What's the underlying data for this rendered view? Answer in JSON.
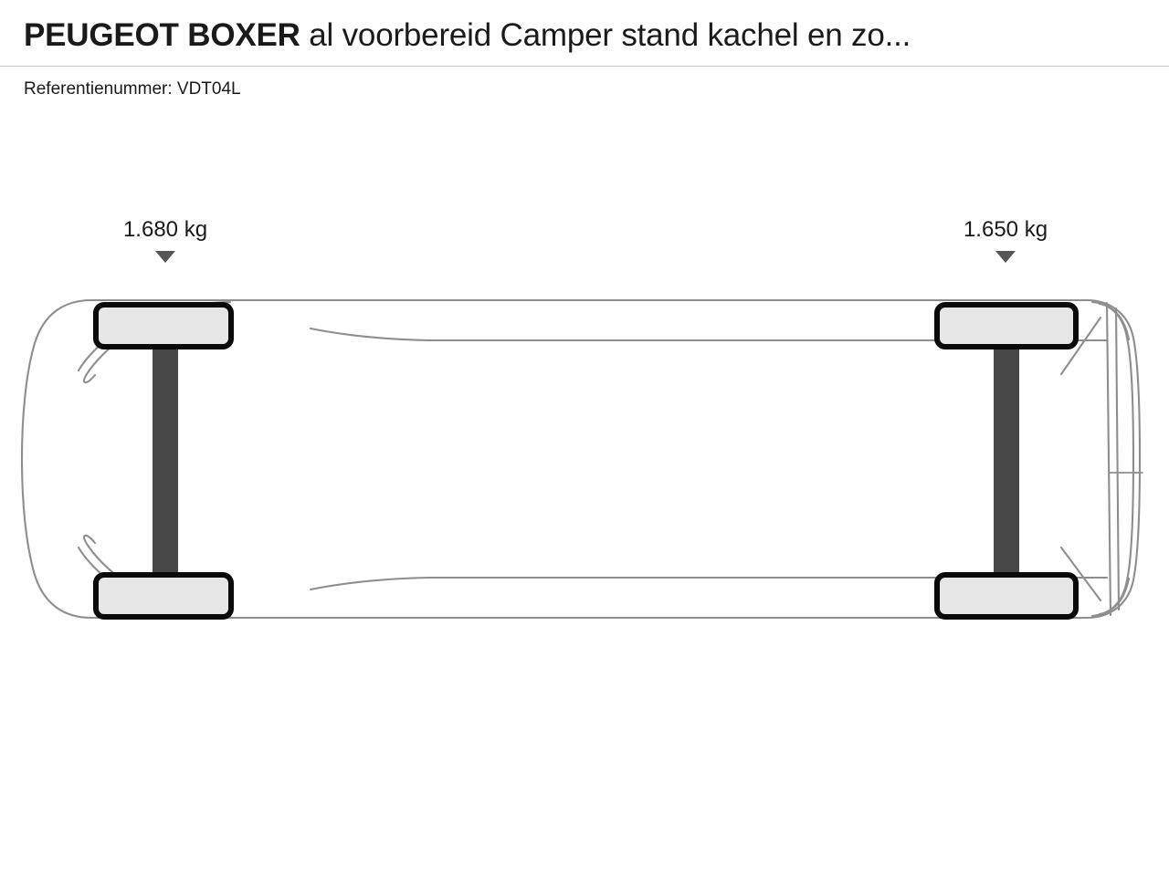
{
  "header": {
    "title_brand": "PEUGEOT BOXER",
    "title_rest": " al voorbereid Camper stand kachel en zo...",
    "title_full": "PEUGEOT BOXER al voorbereid Camper stand kachel en zo...",
    "reference_label": "Referentienummer:",
    "reference_value": "VDT04L",
    "reference_line": "Referentienummer: VDT04L"
  },
  "diagram": {
    "kind": "vehicle-top-view-axle-weights",
    "vehicle": "PEUGEOT BOXER",
    "orientation": "front-left-rear-right",
    "front_axle": {
      "label": "1.680 kg",
      "weight_kg": 1680,
      "unit": "kg",
      "marker": "triangle-down"
    },
    "rear_axle": {
      "label": "1.650 kg",
      "weight_kg": 1650,
      "unit": "kg",
      "marker": "triangle-down"
    }
  },
  "colors": {
    "background": "#ffffff",
    "text": "#1a1a1a",
    "divider": "#c9c9c9",
    "body_outline": "#8e8e8e",
    "wheel_fill": "#e6e6e6",
    "wheel_stroke": "#0a0a0a",
    "axle_bar": "#474747",
    "marker": "#565656"
  }
}
